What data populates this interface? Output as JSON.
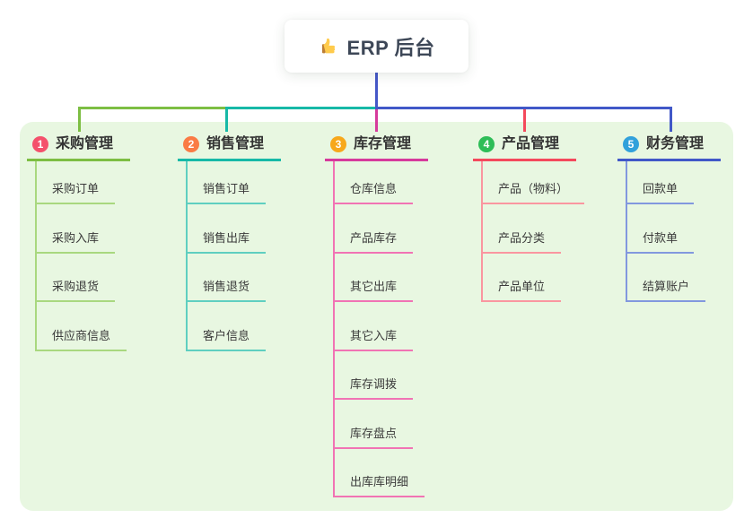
{
  "root": {
    "title": "ERP 后台",
    "icon": "thumbs-up-icon",
    "text_color": "#3d4757",
    "connector_color": "#4557c8"
  },
  "panel": {
    "background": "#e8f7e1"
  },
  "branches": [
    {
      "number": "1",
      "label": "采购管理",
      "badge_color": "#f4516c",
      "color": "#7dbe43",
      "light_color": "#a9d87f",
      "children": [
        "采购订单",
        "采购入库",
        "采购退货",
        "供应商信息"
      ]
    },
    {
      "number": "2",
      "label": "销售管理",
      "badge_color": "#fa7b45",
      "color": "#17b9a7",
      "light_color": "#5fcfc0",
      "children": [
        "销售订单",
        "销售出库",
        "销售退货",
        "客户信息"
      ]
    },
    {
      "number": "3",
      "label": "库存管理",
      "badge_color": "#f7a81b",
      "color": "#d63a9c",
      "light_color": "#f173b4",
      "children": [
        "仓库信息",
        "产品库存",
        "其它出库",
        "其它入库",
        "库存调拨",
        "库存盘点",
        "出库库明细"
      ]
    },
    {
      "number": "4",
      "label": "产品管理",
      "badge_color": "#2ebd57",
      "color": "#f4495c",
      "light_color": "#fa96a0",
      "children": [
        "产品（物料）",
        "产品分类",
        "产品单位"
      ]
    },
    {
      "number": "5",
      "label": "财务管理",
      "badge_color": "#31a1db",
      "color": "#4158c8",
      "light_color": "#8298de",
      "children": [
        "回款单",
        "付款单",
        "结算账户"
      ]
    }
  ]
}
